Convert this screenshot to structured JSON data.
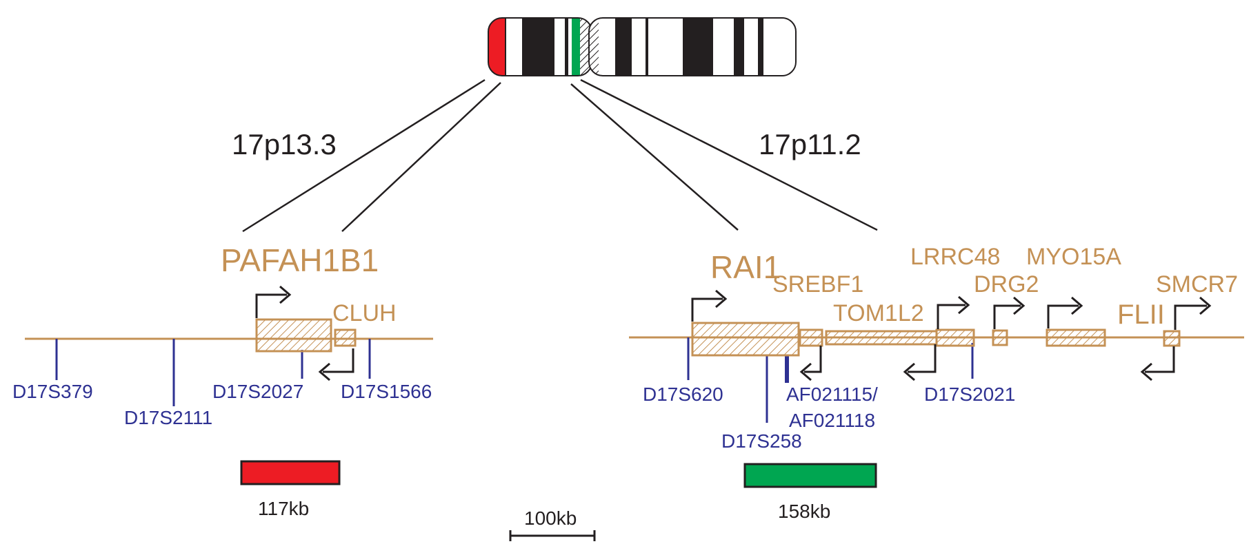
{
  "colors": {
    "gene": "#c49155",
    "marker": "#2e3192",
    "region_red": "#ed1c24",
    "region_green": "#00a651",
    "ink": "#231f20"
  },
  "bands": {
    "left": "17p13.3",
    "right": "17p11.2"
  },
  "genes": {
    "pafah1b1": "PAFAH1B1",
    "cluh": "CLUH",
    "rai1": "RAI1",
    "srebf1": "SREBF1",
    "tom1l2": "TOM1L2",
    "lrrc48": "LRRC48",
    "drg2": "DRG2",
    "myo15a": "MYO15A",
    "flii": "FLII",
    "smcr7": "SMCR7"
  },
  "markers": {
    "d17s379": "D17S379",
    "d17s2111": "D17S2111",
    "d17s2027": "D17S2027",
    "d17s1566": "D17S1566",
    "d17s620": "D17S620",
    "d17s258": "D17S258",
    "af_line1": "AF021115/",
    "af_line2": "AF021118",
    "d17s2021": "D17S2021"
  },
  "regions": {
    "red_size": "117kb",
    "green_size": "158kb"
  },
  "scale_bar": {
    "label": "100kb"
  }
}
